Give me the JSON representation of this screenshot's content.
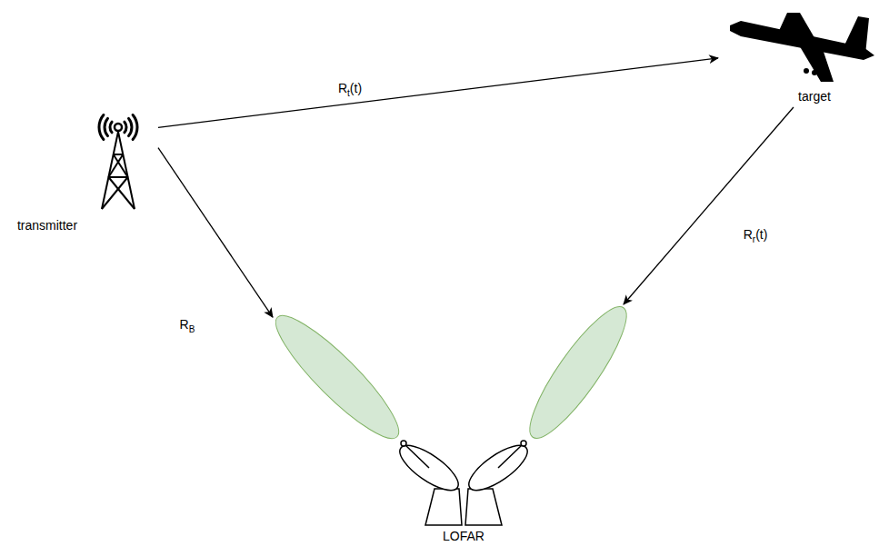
{
  "diagram": {
    "nodes": [
      {
        "text": [
          "transmitter"
        ]
      },
      {
        "text": [
          "target"
        ]
      },
      {
        "text": [
          "LOFAR"
        ]
      }
    ],
    "edges": [
      {
        "from": 0,
        "to": 1,
        "arrow": "to",
        "label": "Rt(t)"
      },
      {
        "from": 1,
        "to": 2,
        "arrow": "to",
        "label": "Rr(t)"
      },
      {
        "from": 0,
        "to": 2,
        "arrow": "to",
        "label": "RB"
      }
    ]
  }
}
